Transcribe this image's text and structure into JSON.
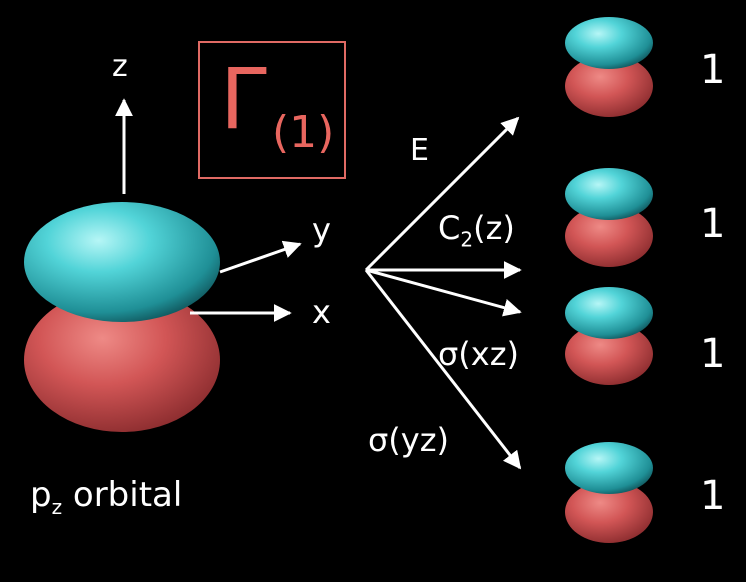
{
  "orbital": {
    "label_main": "p",
    "label_sub": "z",
    "label_rest": " orbital",
    "colors": {
      "positive_lobe": "#4fd0d4",
      "negative_lobe": "#d85a5a"
    }
  },
  "axes": {
    "z": "z",
    "y": "y",
    "x": "x"
  },
  "representation": {
    "symbol": "Γ",
    "index": "(1)",
    "border_color": "#e06a64"
  },
  "operations": [
    {
      "label": "E",
      "character": "1"
    },
    {
      "label_main": "C",
      "label_sub": "2",
      "label_rest": "(z)",
      "character": "1"
    },
    {
      "label": "σ(xz)",
      "character": "1"
    },
    {
      "label": "σ(yz)",
      "character": "1"
    }
  ]
}
